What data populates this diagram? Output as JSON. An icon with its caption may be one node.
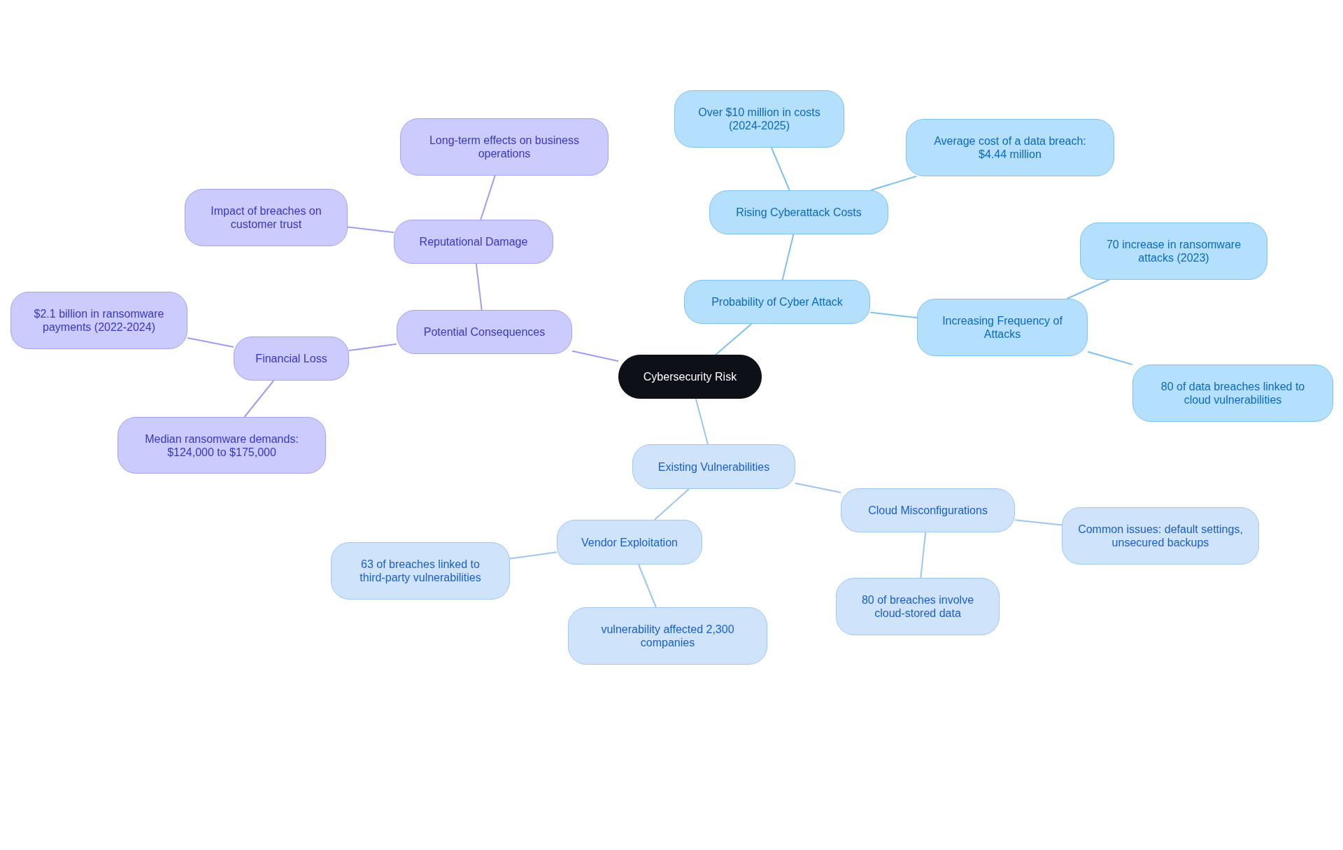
{
  "diagram": {
    "nodes": [
      {
        "text": [
          "Cybersecurity Risk"
        ]
      },
      {
        "text": [
          "Potential Consequences"
        ]
      },
      {
        "text": [
          "Reputational Damage"
        ]
      },
      {
        "text": [
          "Long-term effects on business operations"
        ]
      },
      {
        "text": [
          "Impact of breaches on customer trust"
        ]
      },
      {
        "text": [
          "Financial Loss"
        ]
      },
      {
        "text": [
          "$2.1 billion in ransomware payments (2022-2024)"
        ]
      },
      {
        "text": [
          "Median ransomware demands: $124,000 to $175,000"
        ]
      },
      {
        "text": [
          "Probability of Cyber Attack"
        ]
      },
      {
        "text": [
          "Rising Cyberattack Costs"
        ]
      },
      {
        "text": [
          "Over $10 million in costs (2024-2025)"
        ]
      },
      {
        "text": [
          "Average cost of a data breach: $4.44 million"
        ]
      },
      {
        "text": [
          "Increasing Frequency of Attacks"
        ]
      },
      {
        "text": [
          "70 increase in ransomware attacks (2023)"
        ]
      },
      {
        "text": [
          "80 of data breaches linked to cloud vulnerabilities"
        ]
      },
      {
        "text": [
          "Existing Vulnerabilities"
        ]
      },
      {
        "text": [
          "Cloud Misconfigurations"
        ]
      },
      {
        "text": [
          "Common issues: default settings, unsecured backups"
        ]
      },
      {
        "text": [
          "80 of breaches involve cloud-stored data"
        ]
      },
      {
        "text": [
          "Vendor Exploitation"
        ]
      },
      {
        "text": [
          "63 of breaches linked to third-party vulnerabilities"
        ]
      },
      {
        "text": [
          "vulnerability affected 2,300 companies"
        ]
      }
    ],
    "edges": [
      {
        "from": 0,
        "to": 1,
        "arrow": "none",
        "color": "#9d9df2"
      },
      {
        "from": 1,
        "to": 2,
        "arrow": "none",
        "color": "#9d9df2"
      },
      {
        "from": 2,
        "to": 3,
        "arrow": "none",
        "color": "#9d9df2"
      },
      {
        "from": 2,
        "to": 4,
        "arrow": "none",
        "color": "#9d9df2"
      },
      {
        "from": 1,
        "to": 5,
        "arrow": "none",
        "color": "#9d9df2"
      },
      {
        "from": 5,
        "to": 6,
        "arrow": "none",
        "color": "#9d9df2"
      },
      {
        "from": 5,
        "to": 7,
        "arrow": "none",
        "color": "#9d9df2"
      },
      {
        "from": 0,
        "to": 8,
        "arrow": "none",
        "color": "#7cc1ef"
      },
      {
        "from": 8,
        "to": 9,
        "arrow": "none",
        "color": "#7cc1ef"
      },
      {
        "from": 9,
        "to": 10,
        "arrow": "none",
        "color": "#7cc1ef"
      },
      {
        "from": 9,
        "to": 11,
        "arrow": "none",
        "color": "#7cc1ef"
      },
      {
        "from": 8,
        "to": 12,
        "arrow": "none",
        "color": "#7cc1ef"
      },
      {
        "from": 12,
        "to": 13,
        "arrow": "none",
        "color": "#7cc1ef"
      },
      {
        "from": 12,
        "to": 14,
        "arrow": "none",
        "color": "#7cc1ef"
      },
      {
        "from": 0,
        "to": 15,
        "arrow": "none",
        "color": "#9ec4f0"
      },
      {
        "from": 15,
        "to": 16,
        "arrow": "none",
        "color": "#9ec4f0"
      },
      {
        "from": 16,
        "to": 17,
        "arrow": "none",
        "color": "#9ec4f0"
      },
      {
        "from": 16,
        "to": 18,
        "arrow": "none",
        "color": "#9ec4f0"
      },
      {
        "from": 15,
        "to": 19,
        "arrow": "none",
        "color": "#9ec4f0"
      },
      {
        "from": 19,
        "to": 20,
        "arrow": "none",
        "color": "#9ec4f0"
      },
      {
        "from": 19,
        "to": 21,
        "arrow": "none",
        "color": "#9ec4f0"
      }
    ]
  }
}
